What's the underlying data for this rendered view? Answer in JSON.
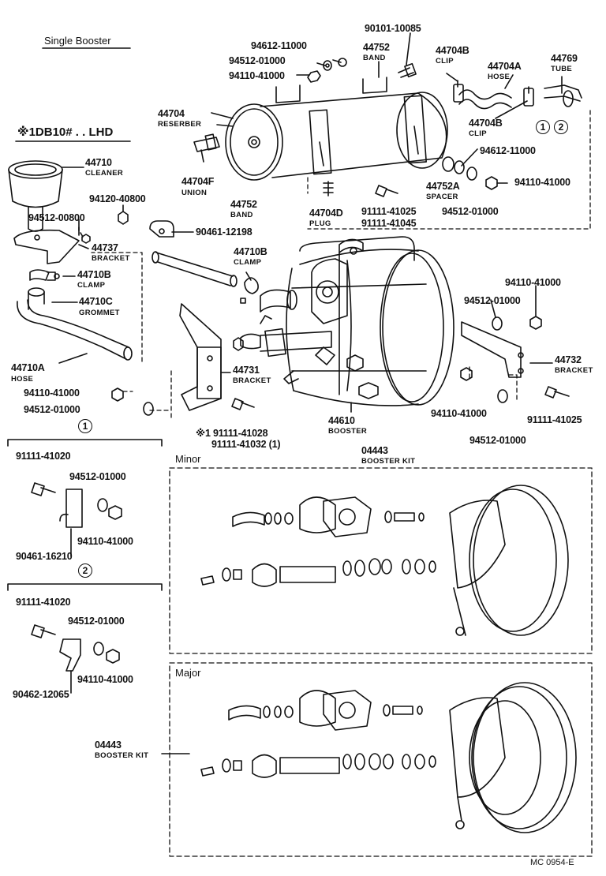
{
  "title": "Single Booster",
  "note": "※1DB10# . . LHD",
  "minor_label": "Minor",
  "major_label": "Major",
  "footer": "MC  0954-E",
  "group1": "1",
  "group2": "2",
  "labels": {
    "p90101": "90101-10085",
    "p94612a": "94612-11000",
    "p94512a": "94512-01000",
    "p94110a": "94110-41000",
    "p44752a": "44752",
    "p44752a_n": "BAND",
    "p44704b1": "44704B",
    "p44704b1_n": "CLIP",
    "p44704a": "44704A",
    "p44704a_n": "HOSE",
    "p44769": "44769",
    "p44769_n": "TUBE",
    "p44704": "44704",
    "p44704_n": "RESERBER",
    "p44704b2": "44704B",
    "p44704b2_n": "CLIP",
    "p44710": "44710",
    "p44710_n": "CLEANER",
    "p94612b": "94612-11000",
    "p44704f": "44704F",
    "p44704f_n": "UNION",
    "p44752b": "44752",
    "p44752b_n": "BAND",
    "p44704d": "44704D",
    "p44704d_n": "PLUG",
    "p91111a": "91111-41025",
    "p91111b": "91111-41045",
    "p44752ap": "44752A",
    "p44752ap_n": "SPACER",
    "p94512b": "94512-01000",
    "p94110b": "94110-41000",
    "p94120": "94120-40800",
    "p94512c": "94512-00800",
    "p90461a": "90461-12198",
    "p44737": "44737",
    "p44737_n": "BRACKET",
    "p44710b1": "44710B",
    "p44710b1_n": "CLAMP",
    "p44710b2": "44710B",
    "p44710b2_n": "CLAMP",
    "p44710c": "44710C",
    "p44710c_n": "GROMMET",
    "p94110c": "94110-41000",
    "p94512d": "94512-01000",
    "p44732": "44732",
    "p44732_n": "BRACKET",
    "p44731": "44731",
    "p44731_n": "BRACKET",
    "p44710a": "44710A",
    "p44710a_n": "HOSE",
    "p94110d": "94110-41000",
    "p94512e": "94512-01000",
    "p94110e": "94110-41000",
    "p91111c": "91111-41025",
    "p44610": "44610",
    "p44610_n": "BOOSTER",
    "p94512f": "94512-01000",
    "p91111d": "※1 91111-41028",
    "p91111e": "91111-41032 (1)",
    "p04443a": "04443",
    "p04443a_n": "BOOSTER KIT",
    "g1_91111": "91111-41020",
    "g1_94512": "94512-01000",
    "g1_94110": "94110-41000",
    "g1_90461": "90461-16210",
    "g2_91111": "91111-41020",
    "g2_94512": "94512-01000",
    "g2_94110": "94110-41000",
    "g2_90462": "90462-12065",
    "p04443b": "04443",
    "p04443b_n": "BOOSTER KIT"
  }
}
